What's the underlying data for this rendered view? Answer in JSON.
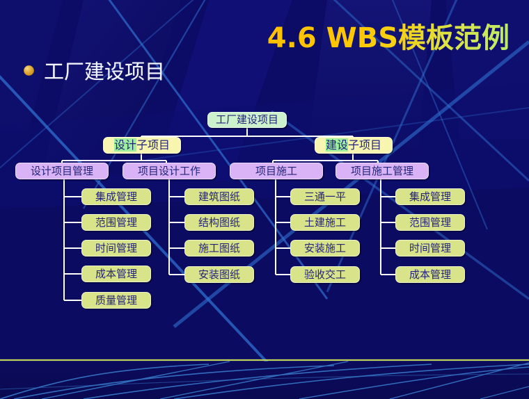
{
  "slide": {
    "title_ascii": "4.6 WBS",
    "title_cjk": "模板范例",
    "bullet_text": "工厂建设项目",
    "colors": {
      "background": "#0c0c66",
      "title_start": "#ffc000",
      "title_end": "#b9ec6a",
      "bullet_dot": "#dfa830",
      "root_box": "#cdf0cd",
      "sub_box": "#f7f5b0",
      "mid_box": "#d9b3f5",
      "leaf_box": "#d9e38a",
      "connector": "#ffffff",
      "accent_line": "#c8e05a"
    }
  },
  "diagram": {
    "root": {
      "label": "工厂建设项目"
    },
    "subprojects": [
      {
        "label_hl": "设计",
        "label_rest": "子项目"
      },
      {
        "label_hl": "建设",
        "label_rest": "子项目"
      }
    ],
    "mid": [
      {
        "label": "设计项目管理"
      },
      {
        "label": "项目设计工作"
      },
      {
        "label": "项目施工"
      },
      {
        "label": "项目施工管理"
      }
    ],
    "leaves": {
      "col1": [
        "集成管理",
        "范围管理",
        "时间管理",
        "成本管理",
        "质量管理"
      ],
      "col2": [
        "建筑图纸",
        "结构图纸",
        "施工图纸",
        "安装图纸"
      ],
      "col3": [
        "三通一平",
        "土建施工",
        "安装施工",
        "验收交工"
      ],
      "col4": [
        "集成管理",
        "范围管理",
        "时间管理",
        "成本管理"
      ]
    }
  }
}
